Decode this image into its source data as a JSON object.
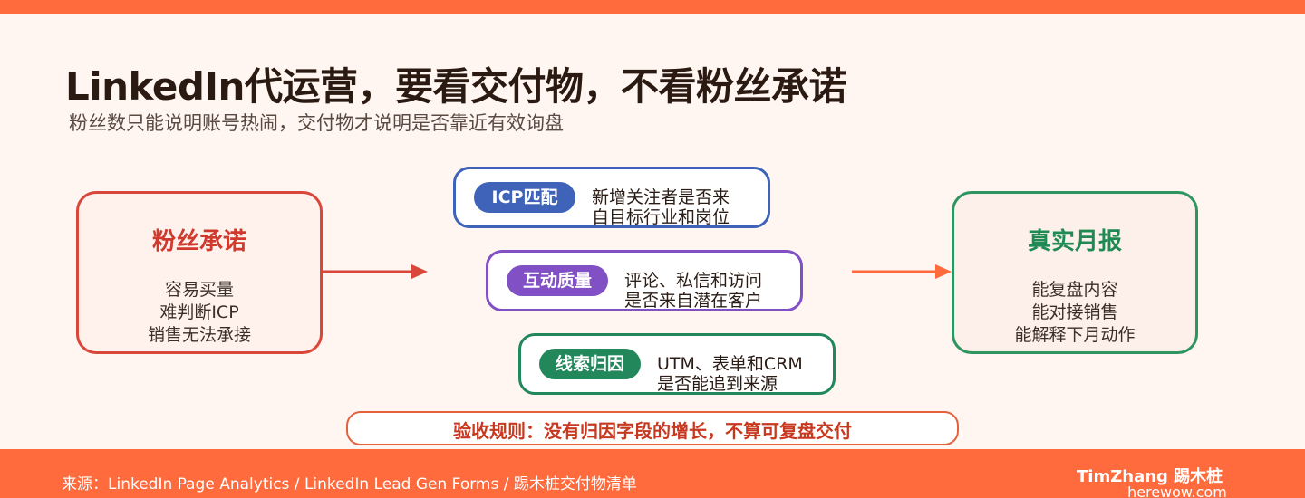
{
  "header": {
    "title": "LinkedIn代运营，要看交付物，不看粉丝承诺",
    "subtitle": "粉丝数只能说明账号热闹，交付物才说明是否靠近有效询盘"
  },
  "left_card": {
    "title": "粉丝承诺",
    "lines": [
      "容易买量",
      "难判断ICP",
      "销售无法承接"
    ]
  },
  "middle_cards": [
    {
      "tag": "ICP匹配",
      "lines": [
        "新增关注者是否来",
        "自目标行业和岗位"
      ],
      "color": "#3f63b8"
    },
    {
      "tag": "互动质量",
      "lines": [
        "评论、私信和访问",
        "是否来自潜在客户"
      ],
      "color": "#8150c4"
    },
    {
      "tag": "线索归因",
      "lines": [
        "UTM、表单和CRM",
        "是否能追到来源"
      ],
      "color": "#22875a"
    }
  ],
  "right_card": {
    "title": "真实月报",
    "lines": [
      "能复盘内容",
      "能对接销售",
      "能解释下月动作"
    ]
  },
  "rule": "验收规则：没有归因字段的增长，不算可复盘交付",
  "footer": {
    "source": "来源：LinkedIn Page Analytics / LinkedIn Lead Gen Forms / 踢木桩交付物清单",
    "brand": "TimZhang 踢木桩",
    "site": "herewow.com"
  },
  "colors": {
    "accent": "#ff6b3d",
    "left_card": "#d9473a",
    "right_card": "#2e9460",
    "icp": "#3f63b8",
    "interaction": "#8150c4",
    "lead": "#22875a"
  }
}
